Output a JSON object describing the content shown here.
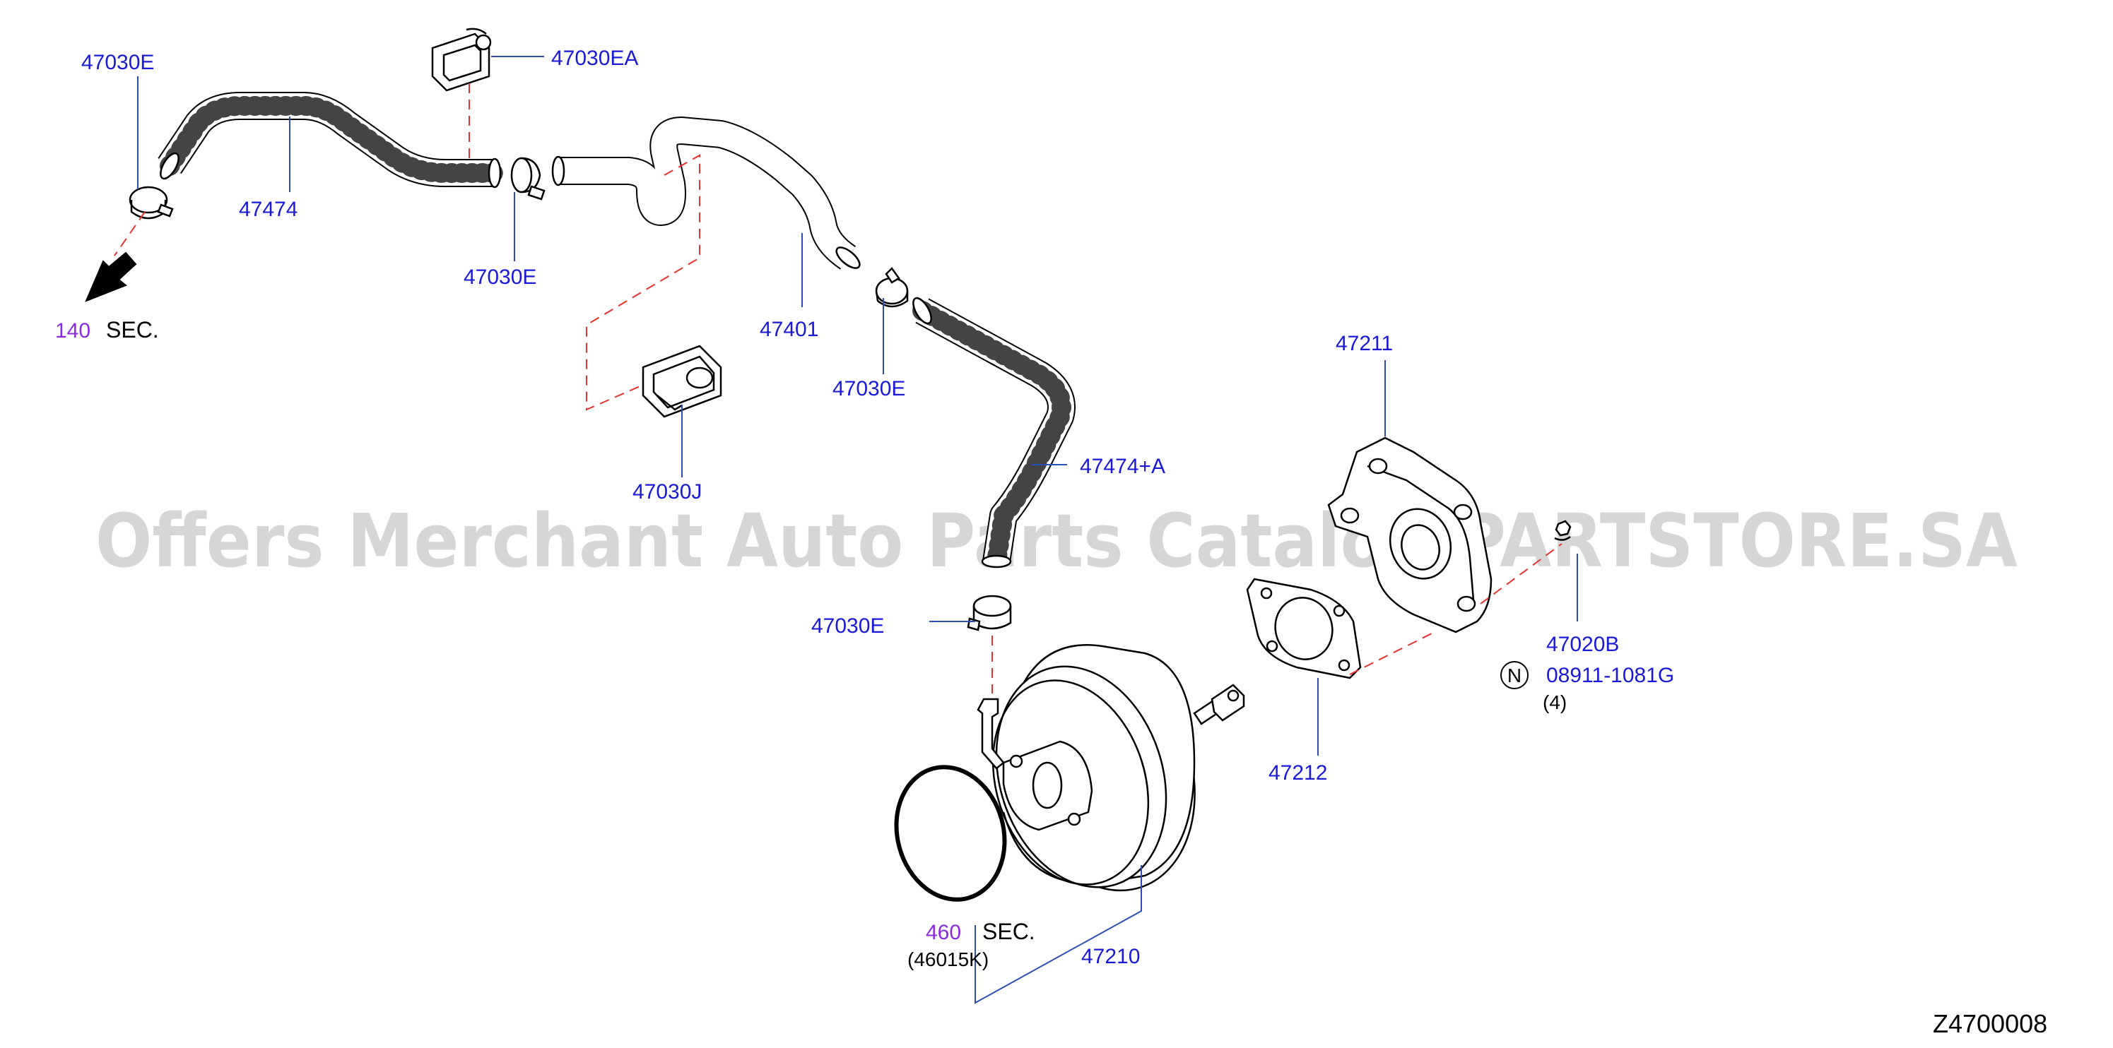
{
  "labels": {
    "p47030e_top": "47030E",
    "p47030ea": "47030EA",
    "p47474": "47474",
    "p47030e_mid": "47030E",
    "p47401": "47401",
    "p47030e_right": "47030E",
    "p47030j": "47030J",
    "p47474a": "47474+A",
    "p47211": "47211",
    "p47030e_low": "47030E",
    "p47020b": "47020B",
    "p08911": "08911-1081G",
    "qty4": "(4)",
    "n_mark": "N",
    "p47212": "47212",
    "p47210": "47210",
    "sec140_num": "140",
    "sec140_txt": "SEC.",
    "sec460_num": "460",
    "sec460_txt": "SEC.",
    "p46015k": "(46015K)",
    "diagram_code": "Z4700008"
  },
  "watermark": "Offers Merchant Auto Parts Catalog PARTSTORE.SA",
  "colors": {
    "part_label": "#1a1ad6",
    "section_ref": "#8a2be2",
    "leader": "#2b4fb5",
    "dashed_link": "#e8322d",
    "watermark": "#d0d0d0"
  }
}
